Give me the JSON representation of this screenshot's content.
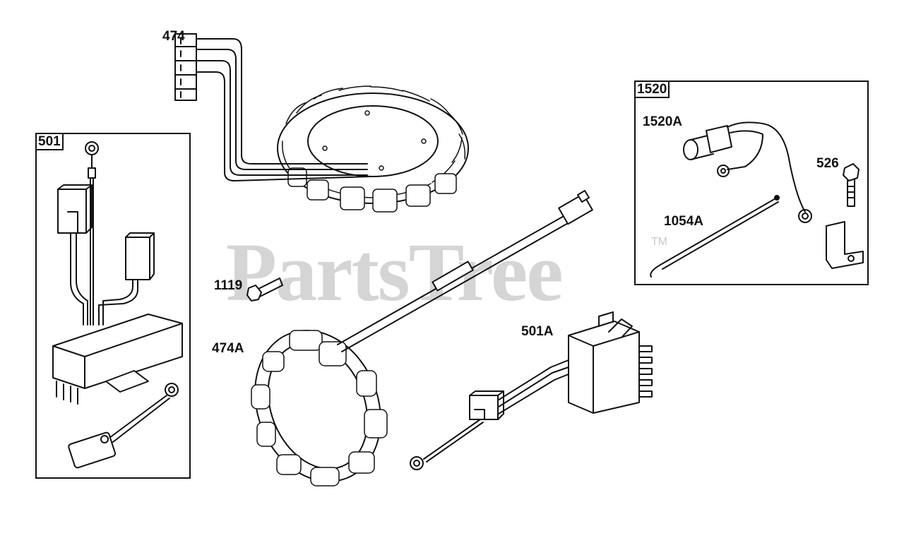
{
  "watermark": {
    "text": "PartsTree",
    "trademark": "TM"
  },
  "callouts": {
    "stator_474": "474",
    "stator_474a": "474A",
    "screw_1119": "1119",
    "regulator_501a": "501A",
    "switch_1520a": "1520A",
    "screw_526": "526",
    "tie_1054a": "1054A"
  },
  "groups": {
    "regulator_kit": "501",
    "switch_kit": "1520"
  },
  "colors": {
    "line": "#111111",
    "watermark": "#c8c8c8",
    "background": "#ffffff"
  }
}
